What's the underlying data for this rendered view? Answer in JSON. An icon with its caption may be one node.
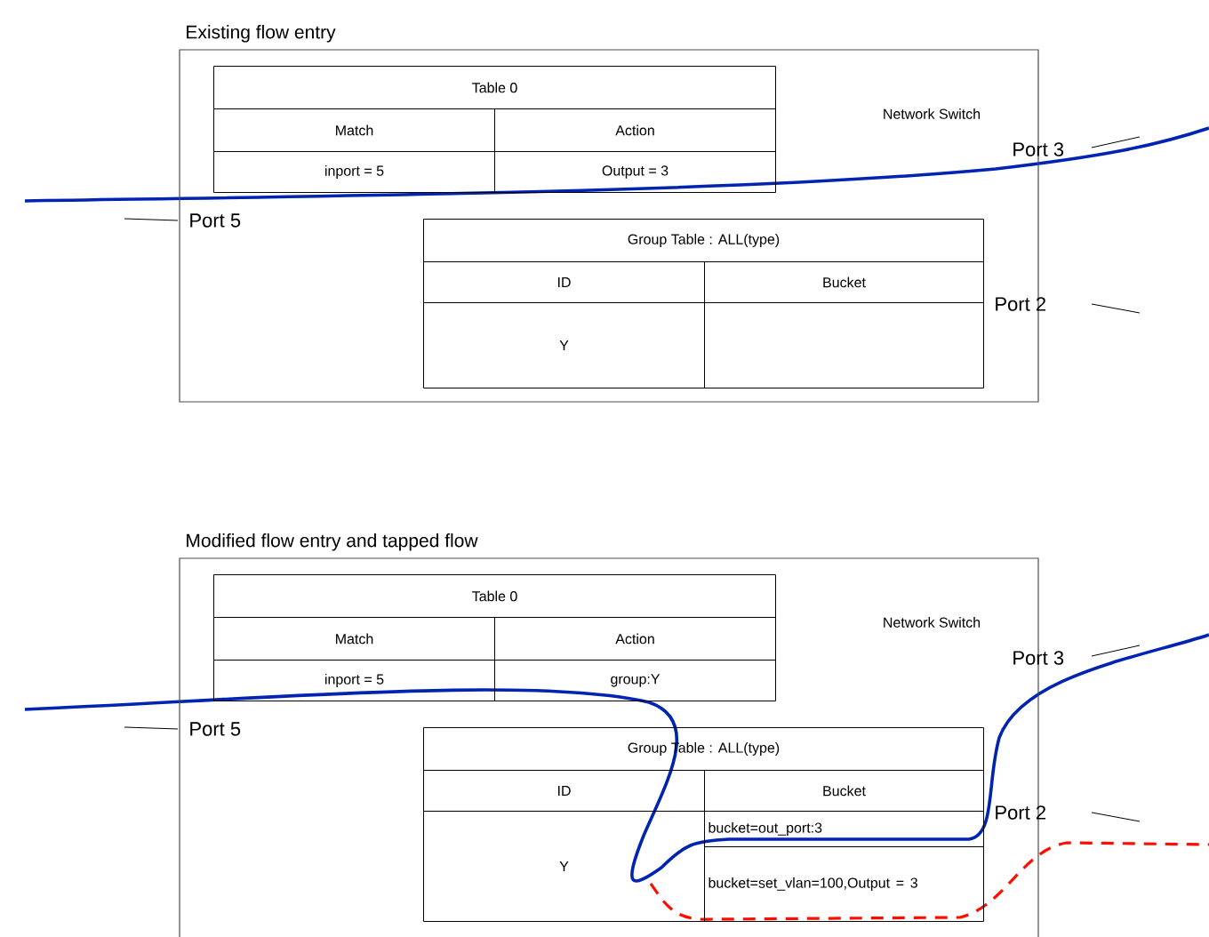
{
  "diagram": {
    "nodes": [
      {
        "text": [
          "Existing flow entry",
          "Network Switch"
        ]
      },
      {
        "text": [
          "Table 0"
        ],
        "in": 0
      },
      {
        "text": [
          "Match"
        ],
        "in": 0
      },
      {
        "text": [
          "Action"
        ],
        "in": 0
      },
      {
        "text": [
          "inport = 5"
        ],
        "in": 0
      },
      {
        "text": [
          "Output = 3"
        ],
        "in": 0
      },
      {
        "text": [
          "Group Table : ALL(type)"
        ],
        "in": 0
      },
      {
        "text": [
          "ID"
        ],
        "in": 0
      },
      {
        "text": [
          "Bucket"
        ],
        "in": 0
      },
      {
        "text": [
          "Y"
        ],
        "in": 0
      },
      {
        "text": [],
        "shape": "box",
        "in": 0
      },
      {
        "text": [
          "Modified flow entry and tapped flow",
          "Network Switch"
        ]
      },
      {
        "text": [
          "Table 0"
        ],
        "in": 11
      },
      {
        "text": [
          "Match"
        ],
        "in": 11
      },
      {
        "text": [
          "Action"
        ],
        "in": 11
      },
      {
        "text": [
          "inport = 5"
        ],
        "in": 11
      },
      {
        "text": [
          "group:Y"
        ],
        "in": 11
      },
      {
        "text": [
          "Group Table : ALL(type)"
        ],
        "in": 11
      },
      {
        "text": [
          "ID"
        ],
        "in": 11
      },
      {
        "text": [
          "Bucket"
        ],
        "in": 11
      },
      {
        "text": [
          "Y"
        ],
        "in": 11
      },
      {
        "text": [
          "bucket=out_port:3"
        ],
        "in": 11
      },
      {
        "text": [
          "bucket=set_vlan=100,Output = 3"
        ],
        "in": 11
      }
    ],
    "labels": [
      "Port 3",
      "Port 5",
      "Port 2",
      "Port 3",
      "Port 5",
      "Port 2"
    ]
  }
}
